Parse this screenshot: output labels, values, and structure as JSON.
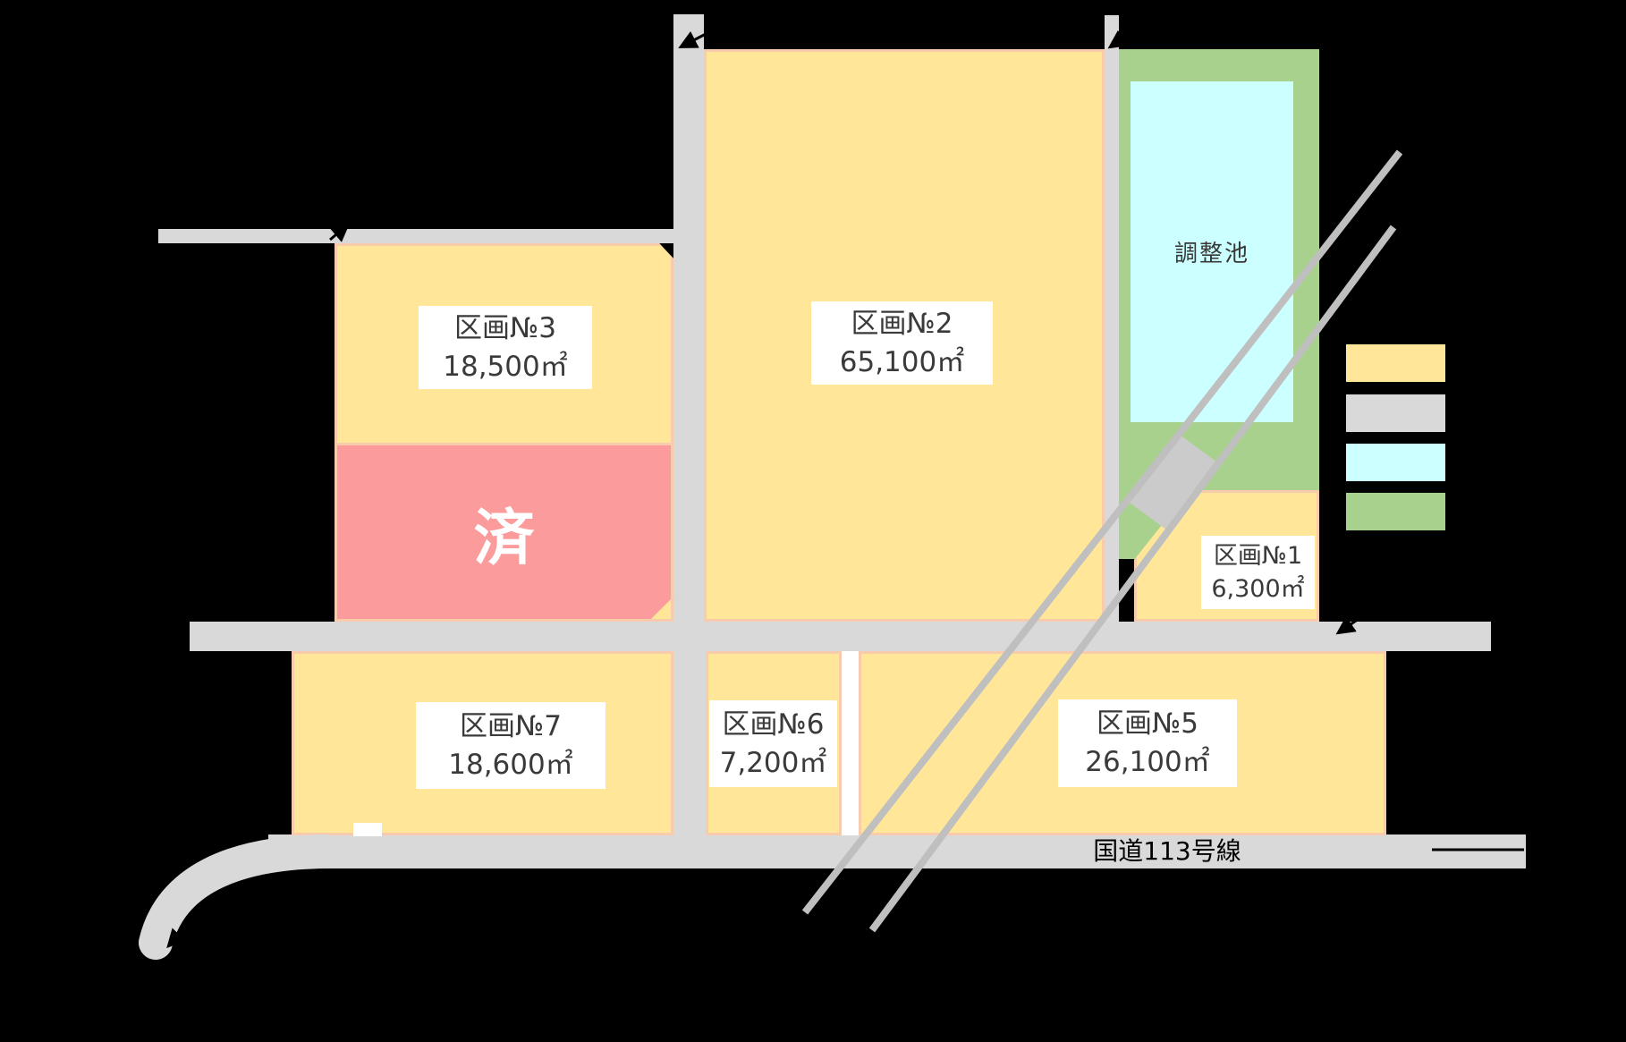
{
  "parcels": [
    {
      "name": "区画№1",
      "area": "6,300㎡"
    },
    {
      "name": "区画№2",
      "area": "65,100㎡"
    },
    {
      "name": "区画№3",
      "area": "18,500㎡"
    },
    {
      "name": "区画№5",
      "area": "26,100㎡"
    },
    {
      "name": "区画№6",
      "area": "7,200㎡"
    },
    {
      "name": "区画№7",
      "area": "18,600㎡"
    }
  ],
  "sold": {
    "label": "済"
  },
  "pond": {
    "label": "調整池"
  },
  "roads": {
    "route_label": "国道113号線"
  },
  "legend": {
    "swatches": [
      {
        "name": "parcel",
        "color": "#FFE699"
      },
      {
        "name": "road",
        "color": "#D9D9D9"
      },
      {
        "name": "pond",
        "color": "#CCFFFF"
      },
      {
        "name": "green-space",
        "color": "#A9D18E"
      }
    ]
  },
  "colors": {
    "background": "#000000",
    "parcel_yellow": "#FFE699",
    "parcel_border": "#F8CBAD",
    "sold_pink": "#FB9B9B",
    "road_gray": "#D9D9D9",
    "rail_gray": "#BFBFBF",
    "pond_cyan": "#CCFFFF",
    "green_space": "#A9D18E",
    "label_text": "#3A3A3A"
  }
}
